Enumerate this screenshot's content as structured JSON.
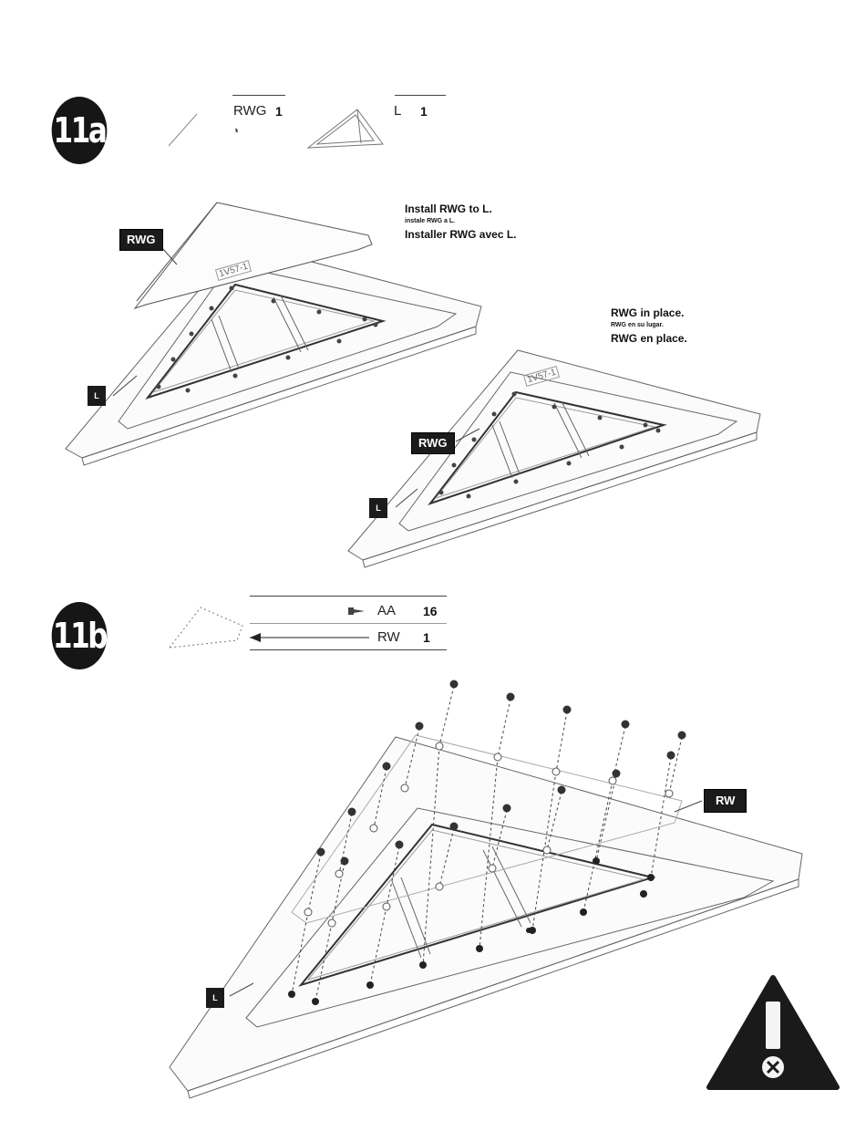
{
  "step_a": {
    "badge": "11a",
    "parts": [
      {
        "code": "RWG",
        "qty": "1"
      },
      {
        "code": "L",
        "qty": "1"
      }
    ],
    "instruction": {
      "en": "Install RWG to L.",
      "es": "instale RWG a L.",
      "fr": "Installer RWG avec L."
    },
    "result": {
      "en": "RWG in place.",
      "es": "RWG en su lugar.",
      "fr": "RWG en place."
    },
    "labels": {
      "rwg": "RWG",
      "l": "L",
      "panel_mark": "1V57-1"
    }
  },
  "step_b": {
    "badge": "11b",
    "parts": [
      {
        "code": "AA",
        "qty": "16",
        "icon": "screw-icon"
      },
      {
        "code": "RW",
        "qty": "1",
        "icon": "arrow-left-icon"
      }
    ],
    "labels": {
      "rw": "RW",
      "l": "L"
    }
  },
  "warning": {
    "icon": "warning-triangle-icon",
    "mark": "!"
  }
}
